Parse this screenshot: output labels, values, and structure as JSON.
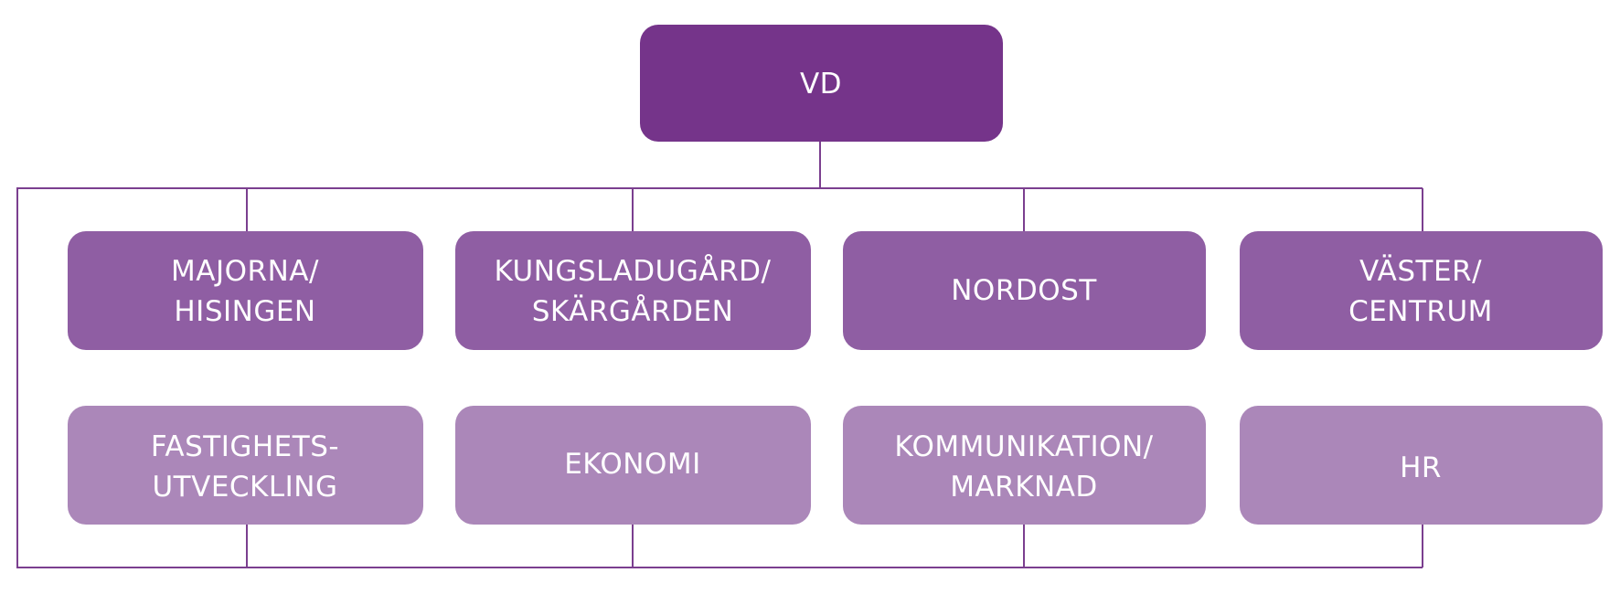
{
  "colors": {
    "top": "#75348a",
    "region": "#8f5ea3",
    "support": "#ab87b9",
    "line": "#7b3f8f",
    "text": "#ffffff"
  },
  "org_chart": {
    "root": {
      "lines": [
        "VD"
      ]
    },
    "regions": [
      {
        "lines": [
          "MAJORNA/",
          "HISINGEN"
        ]
      },
      {
        "lines": [
          "KUNGSLADUGÅRD/",
          "SKÄRGÅRDEN"
        ]
      },
      {
        "lines": [
          "NORDOST"
        ]
      },
      {
        "lines": [
          "VÄSTER/",
          "CENTRUM"
        ]
      }
    ],
    "support": [
      {
        "lines": [
          "FASTIGHETS-",
          "UTVECKLING"
        ]
      },
      {
        "lines": [
          "EKONOMI"
        ]
      },
      {
        "lines": [
          "KOMMUNIKATION/",
          "MARKNAD"
        ]
      },
      {
        "lines": [
          "HR"
        ]
      }
    ]
  }
}
